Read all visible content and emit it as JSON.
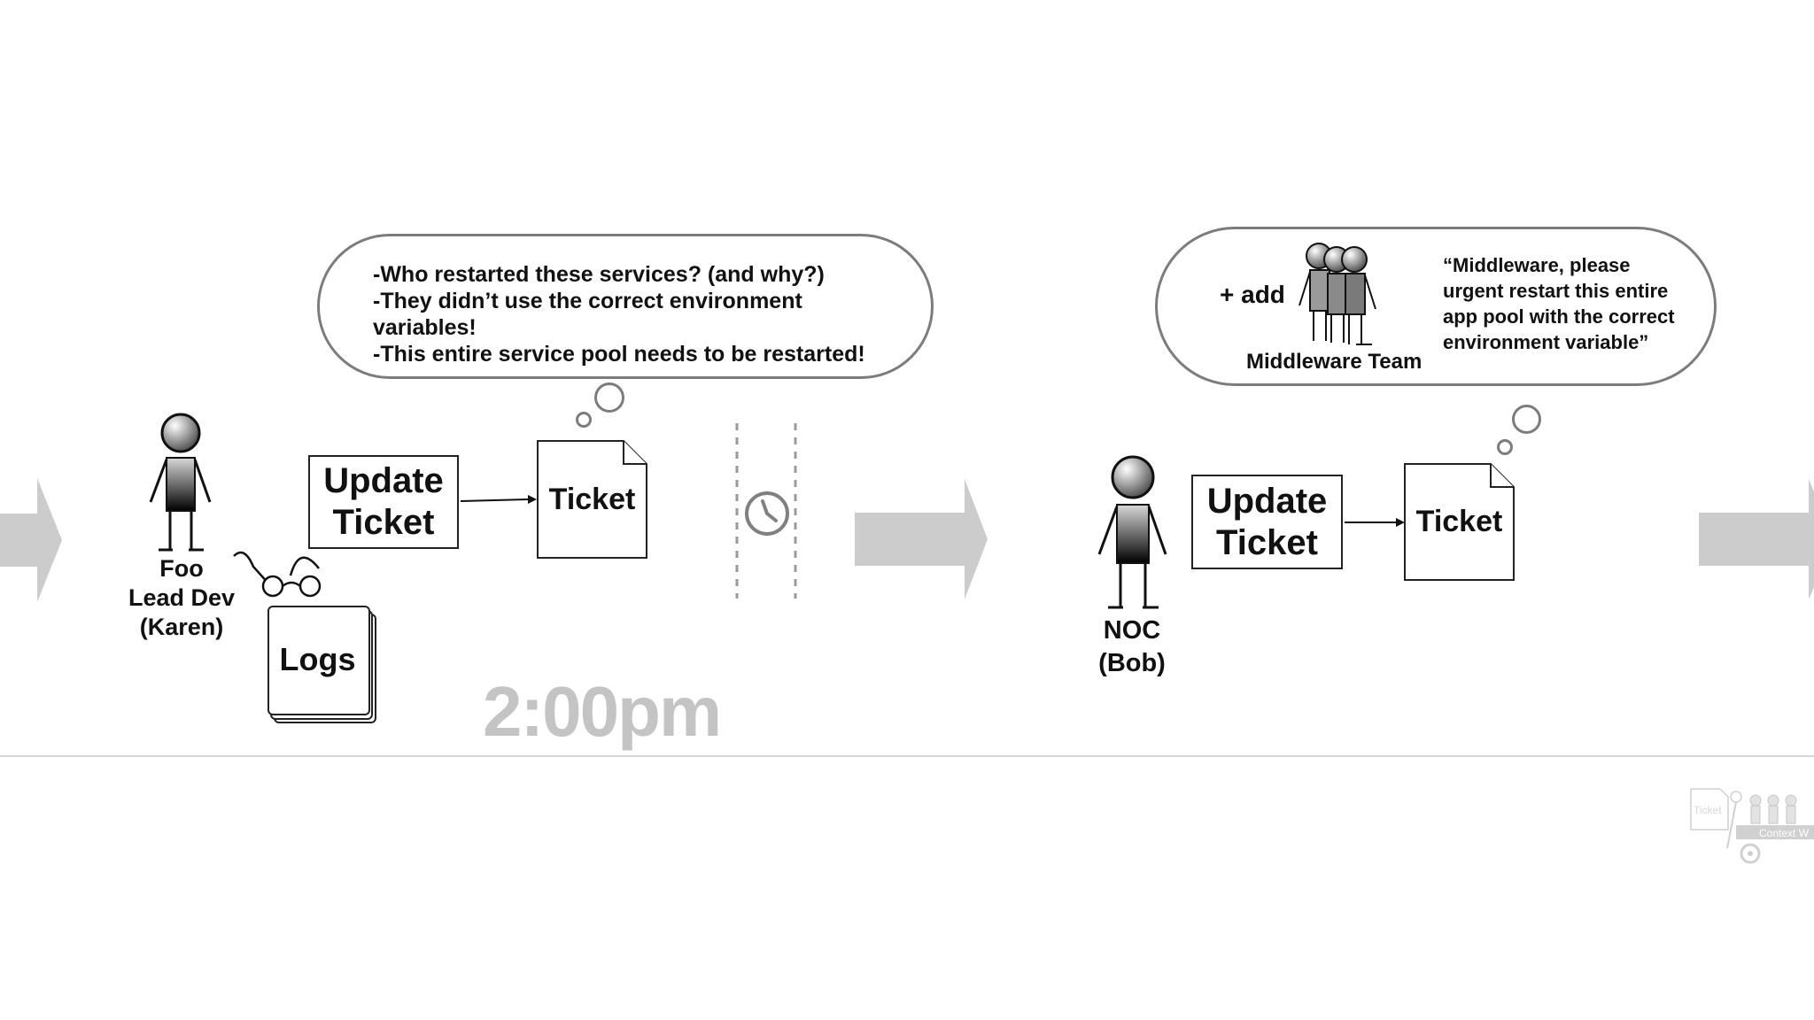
{
  "scene1": {
    "thought_lines": [
      "-Who restarted these services? (and why?)",
      "-They didn’t use the correct environment",
      "variables!",
      "-This entire service pool needs to be restarted!"
    ],
    "person": {
      "name": "Foo",
      "role": "Lead Dev",
      "alias": "(Karen)"
    },
    "update_box": {
      "line1": "Update",
      "line2": "Ticket"
    },
    "ticket_label": "Ticket",
    "logs_label": "Logs",
    "time": "2:00pm"
  },
  "scene2": {
    "add_label": "+ add",
    "team_label": "Middleware Team",
    "quote_lines": [
      "“Middleware, please",
      "urgent restart this entire",
      "app pool with the correct",
      "environment variable”"
    ],
    "person": {
      "name": "NOC",
      "alias": "(Bob)"
    },
    "update_box": {
      "line1": "Update",
      "line2": "Ticket"
    },
    "ticket_label": "Ticket"
  },
  "corner_thumbnail": {
    "ticket_label": "Ticket",
    "wagon_label": "Context W"
  }
}
